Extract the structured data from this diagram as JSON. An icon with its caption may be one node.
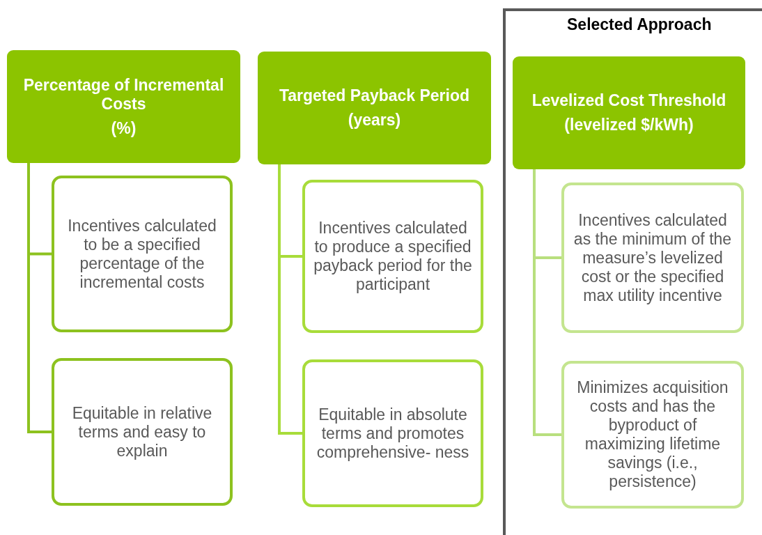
{
  "diagram": {
    "nodes": [
      {
        "text": [
          "Percentage of Incremental Costs",
          "(%)"
        ]
      },
      {
        "text": [
          "Incentives calculated to be a specified percentage of the incremental costs"
        ]
      },
      {
        "text": [
          "Equitable in relative terms and easy to explain"
        ]
      },
      {
        "text": [
          "Targeted Payback Period",
          "(years)"
        ]
      },
      {
        "text": [
          "Incentives calculated to produce a specified payback period for the participant"
        ]
      },
      {
        "text": [
          "Equitable in absolute terms and promotes comprehensive- ness"
        ]
      },
      {
        "text": [
          "Selected Approach"
        ]
      },
      {
        "text": [
          "Levelized Cost Threshold",
          "(levelized $/kWh)"
        ],
        "in": 6
      },
      {
        "text": [
          "Incentives calculated as the minimum of the measure’s levelized cost or the specified max utility incentive"
        ],
        "in": 6
      },
      {
        "text": [
          "Minimizes acquisition costs and has the byproduct of maximizing lifetime savings (i.e., persistence)"
        ],
        "in": 6
      }
    ],
    "edges": [
      {
        "from": 0,
        "to": 1,
        "arrow": "none",
        "color": "#8dc21f"
      },
      {
        "from": 0,
        "to": 2,
        "arrow": "none",
        "color": "#8dc21f"
      },
      {
        "from": 3,
        "to": 4,
        "arrow": "none",
        "color": "#a8dc3a"
      },
      {
        "from": 3,
        "to": 5,
        "arrow": "none",
        "color": "#a8dc3a"
      },
      {
        "from": 7,
        "to": 8,
        "arrow": "none",
        "color": "#b8df7e"
      },
      {
        "from": 7,
        "to": 9,
        "arrow": "none",
        "color": "#b8df7e"
      }
    ]
  }
}
